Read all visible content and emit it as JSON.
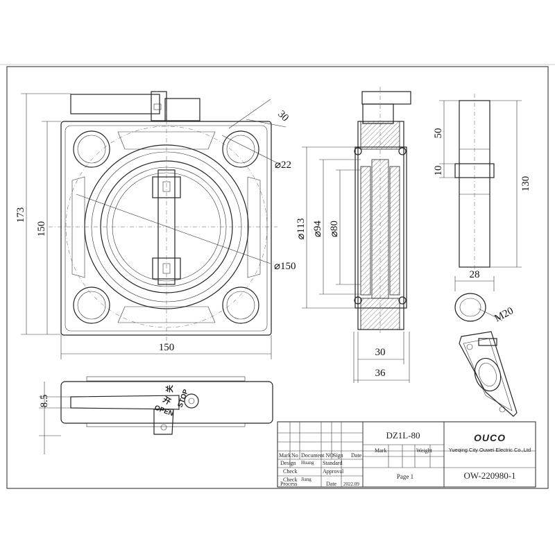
{
  "dimensions": {
    "d30_top": "30",
    "d22": "⌀22",
    "d150_pcd": "⌀150",
    "d173": "173",
    "d150_v": "150",
    "d150_h": "150",
    "d113": "⌀113",
    "d94": "⌀94",
    "d80": "⌀80",
    "d30_w": "30",
    "d36": "36",
    "d50": "50",
    "d10": "10",
    "d130": "130",
    "d28": "28",
    "m20": "M20",
    "d8_5": "8.5"
  },
  "handle": {
    "open_label": "OPEN",
    "stop_label": "STOP",
    "open_cn": "开",
    "stop_cn": "关"
  },
  "title_block": {
    "h_mark": "Mark",
    "h_no": "No",
    "h_docno": "Document NO",
    "h_sign": "Sign",
    "h_date": "Date",
    "r_design": "Design",
    "v_design": "Huang",
    "r_standard": "Standard",
    "r_check1": "Check",
    "r_approval": "Approval",
    "r_check2": "Check",
    "v_check2": "Jiang",
    "r_process": "Process",
    "r_date2": "Date",
    "v_date": "2022.09",
    "model": "DZ1L-80",
    "mark2": "Mark",
    "weight": "Weight",
    "page": "Page  1",
    "logo": "OUCO",
    "company": "Yueqing City Ouwei Electric Co.,Ltd",
    "drawing_no": "OW-220980-1"
  }
}
